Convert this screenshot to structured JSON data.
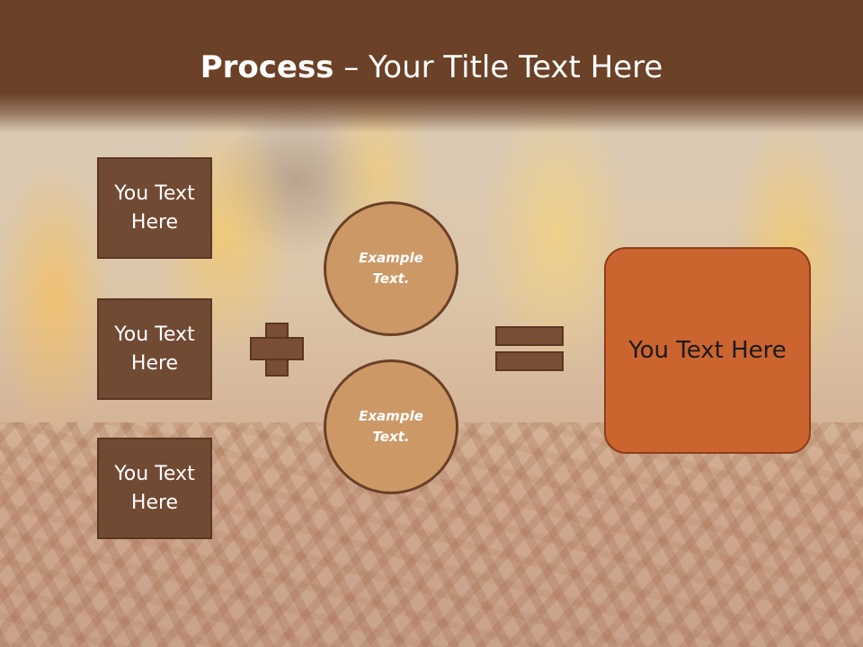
{
  "slide": {
    "title_bold": "Process",
    "title_rest": " – Your Title Text Here",
    "left_boxes": [
      "You Text Here",
      "You Text Here",
      "You Text Here"
    ],
    "circles": [
      "Example Text.",
      "Example Text."
    ],
    "result_text": "You Text Here"
  },
  "colors": {
    "header": "#6b4127",
    "box_fill": "#714a34",
    "circle_fill": "#cc9866",
    "result_fill": "#cc6430",
    "operator_fill": "#7a4e35"
  },
  "icons": [
    "plus-icon",
    "equals-icon"
  ]
}
